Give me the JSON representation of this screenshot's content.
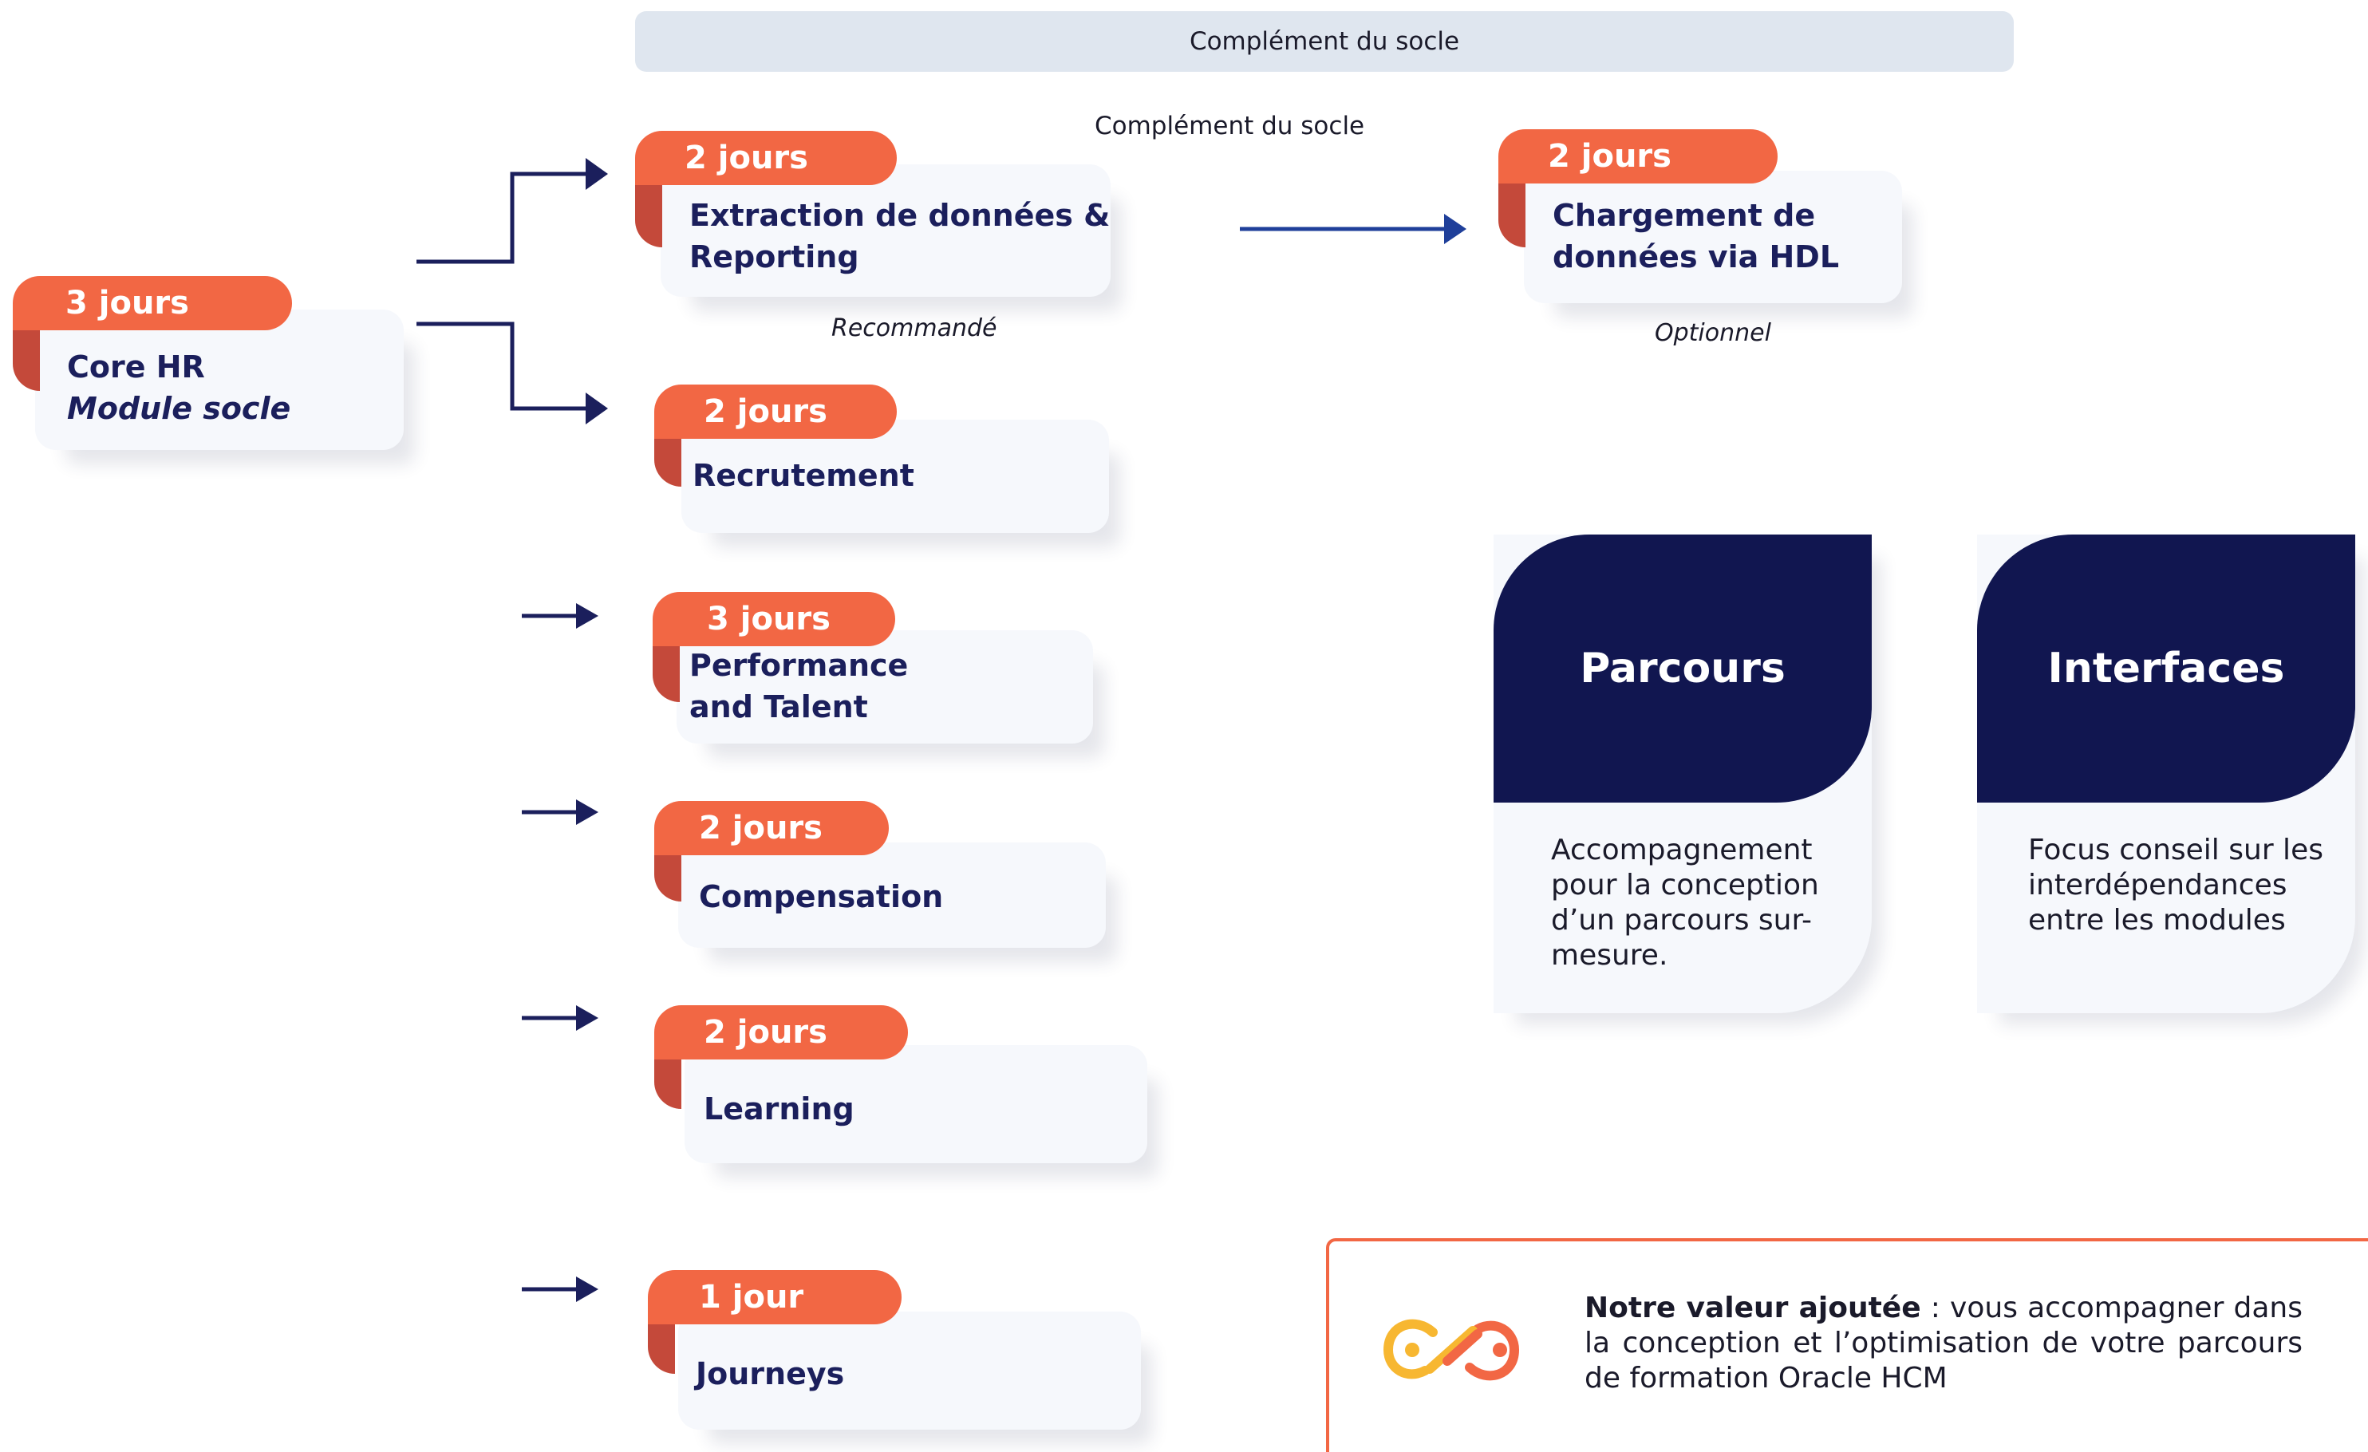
{
  "banner": "Complément du socle",
  "subtitle": "Complément du socle",
  "modules": {
    "core": {
      "duration": "3 jours",
      "title": "Core HR",
      "subtitle": "Module socle"
    },
    "extraction": {
      "duration": "2 jours",
      "title_line1": "Extraction de données &",
      "title_line2": "Reporting",
      "note": "Recommandé"
    },
    "hdl": {
      "duration": "2 jours",
      "title_line1": "Chargement de",
      "title_line2": "données via HDL",
      "note": "Optionnel"
    },
    "recrutement": {
      "duration": "2 jours",
      "title": "Recrutement"
    },
    "performance": {
      "duration": "3 jours",
      "title_line1": "Performance",
      "title_line2": "and Talent"
    },
    "compensation": {
      "duration": "2 jours",
      "title": "Compensation"
    },
    "learning": {
      "duration": "2 jours",
      "title": "Learning"
    },
    "journeys": {
      "duration": "1 jour",
      "title": "Journeys"
    }
  },
  "blocks": {
    "parcours": {
      "title": "Parcours",
      "lines": [
        "Accompagnement",
        "pour la conception",
        "d’un parcours sur-",
        "mesure."
      ]
    },
    "interfaces": {
      "title": "Interfaces",
      "lines": [
        "Focus conseil sur les",
        "interdépendances",
        "entre les modules"
      ]
    }
  },
  "value": {
    "bold": "Notre valeur ajoutée",
    "text": " : vous accompagner dans la conception et l’optimisation de votre parcours de formation Oracle HCM"
  },
  "colors": {
    "accent": "#f26744",
    "accent_dark": "#c4493a",
    "navy": "#111650",
    "card": "#f6f8fc",
    "arrow": "#1b1f5c",
    "arrow_blue": "#1f3f9a"
  },
  "icons": [
    "link-icon"
  ]
}
